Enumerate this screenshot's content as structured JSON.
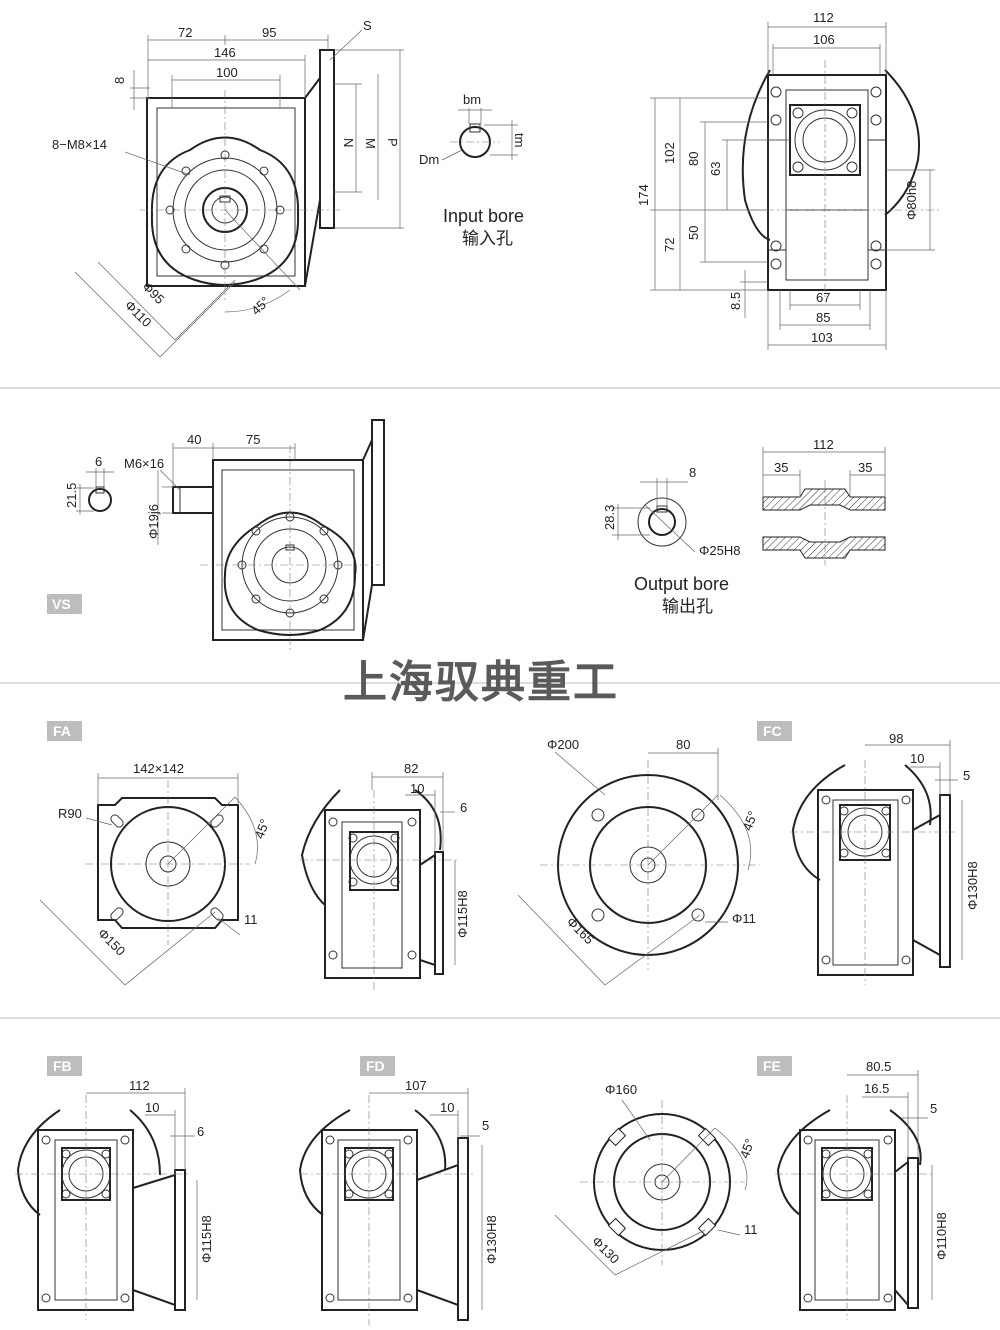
{
  "brand": "上海驭典重工",
  "sections": {
    "main": {
      "top_dims": {
        "d72": "72",
        "d95": "95",
        "s": "S",
        "d146": "146",
        "d100": "100",
        "d8": "8"
      },
      "bolt_spec": "8−M8×14",
      "side_letters": {
        "n": "N",
        "m": "M",
        "p": "P"
      },
      "diam": {
        "d95": "Φ95",
        "d110": "Φ110",
        "angle45": "45°"
      },
      "input_bore": {
        "bm": "bm",
        "tm": "tm",
        "dm": "Dm",
        "title_en": "Input bore",
        "title_cn": "输入孔"
      },
      "right_view": {
        "d112": "112",
        "d106": "106",
        "d174": "174",
        "d102": "102",
        "d80": "80",
        "d63": "63",
        "d72": "72",
        "d50": "50",
        "d8_5": "8.5",
        "d67": "67",
        "d85": "85",
        "d103": "103",
        "phi80": "Φ80h8"
      }
    },
    "vs": {
      "tag": "VS",
      "key": {
        "d6": "6",
        "d21_5": "21.5"
      },
      "d40": "40",
      "d75": "75",
      "m6": "M6×16",
      "shaft": "Φ19j6",
      "output_bore": {
        "d8": "8",
        "d28_3": "28.3",
        "phi25": "Φ25H8",
        "d112": "112",
        "d35a": "35",
        "d35b": "35",
        "title_en": "Output bore",
        "title_cn": "输出孔"
      }
    },
    "fa": {
      "tag": "FA",
      "square": "142×142",
      "r90": "R90",
      "angle45": "45°",
      "d11": "11",
      "phi150": "Φ150",
      "side": {
        "d82": "82",
        "d10": "10",
        "d6": "6",
        "phi115": "Φ115H8"
      }
    },
    "fc_front": {
      "phi200": "Φ200",
      "d80": "80",
      "angle45": "45°",
      "phi11": "Φ11",
      "phi165": "Φ165"
    },
    "fc": {
      "tag": "FC",
      "d98": "98",
      "d10": "10",
      "d5": "5",
      "phi130": "Φ130H8"
    },
    "fb": {
      "tag": "FB",
      "d112": "112",
      "d10": "10",
      "d6": "6",
      "phi115": "Φ115H8"
    },
    "fd": {
      "tag": "FD",
      "d107": "107",
      "d10": "10",
      "d5": "5",
      "phi130": "Φ130H8"
    },
    "fe_front": {
      "phi160": "Φ160",
      "angle45": "45°",
      "d11": "11",
      "phi130": "Φ130"
    },
    "fe": {
      "tag": "FE",
      "d80_5": "80.5",
      "d16_5": "16.5",
      "d5": "5",
      "phi110": "Φ110H8"
    }
  }
}
